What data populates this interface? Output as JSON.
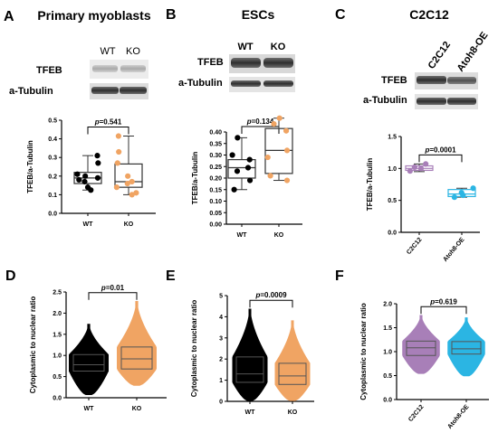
{
  "panels": {
    "A": {
      "letter": "A",
      "title": "Primary myoblasts",
      "lanes": [
        "WT",
        "KO"
      ],
      "bands": [
        "TFEB",
        "a-Tubulin"
      ]
    },
    "B": {
      "letter": "B",
      "title": "ESCs",
      "lanes": [
        "WT",
        "KO"
      ],
      "bands": [
        "TFEB",
        "a-Tubulin"
      ]
    },
    "C": {
      "letter": "C",
      "title": "C2C12",
      "lanes": [
        "C2C12",
        "Atoh8-OE"
      ],
      "bands": [
        "TFEB",
        "a-Tubulin"
      ]
    },
    "D": {
      "letter": "D"
    },
    "E": {
      "letter": "E"
    },
    "F": {
      "letter": "F"
    }
  },
  "colors": {
    "wt": "#000000",
    "ko": "#f0a463",
    "c2c12": "#a87fb8",
    "atoh8": "#2bb5e3"
  },
  "chart_data": [
    {
      "id": "A",
      "type": "box",
      "ylabel": "TFEB/a-Tubulin",
      "ylim": [
        0,
        0.5
      ],
      "yticks": [
        0.0,
        0.1,
        0.2,
        0.3,
        0.4,
        0.5
      ],
      "ytick_labels": [
        "0.0",
        "0.1",
        "0.2",
        "0.3",
        "0.4",
        "0.5"
      ],
      "pvalue": "p=0.541",
      "categories": [
        "WT",
        "KO"
      ],
      "series": [
        {
          "min": 0.125,
          "q1": 0.16,
          "median": 0.19,
          "q3": 0.22,
          "max": 0.31,
          "points": [
            0.31,
            0.27,
            0.21,
            0.2,
            0.19,
            0.18,
            0.17,
            0.14,
            0.125
          ]
        },
        {
          "min": 0.1,
          "q1": 0.14,
          "median": 0.17,
          "q3": 0.265,
          "max": 0.415,
          "points": [
            0.415,
            0.33,
            0.27,
            0.2,
            0.17,
            0.16,
            0.14,
            0.11,
            0.1
          ]
        }
      ]
    },
    {
      "id": "B",
      "type": "box",
      "ylabel": "TFEB/a-Tubulin",
      "ylim": [
        0,
        0.4
      ],
      "yticks": [
        0.0,
        0.05,
        0.1,
        0.15,
        0.2,
        0.25,
        0.3,
        0.35,
        0.4
      ],
      "ytick_labels": [
        "0.00",
        "0.05",
        "0.10",
        "0.15",
        "0.20",
        "0.25",
        "0.30",
        "0.35",
        "0.40"
      ],
      "pvalue": "p=0.134",
      "categories": [
        "WT",
        "KO"
      ],
      "series": [
        {
          "min": 0.15,
          "q1": 0.2,
          "median": 0.245,
          "q3": 0.28,
          "max": 0.375,
          "points": [
            0.375,
            0.3,
            0.28,
            0.245,
            0.23,
            0.19,
            0.15
          ]
        },
        {
          "min": 0.19,
          "q1": 0.22,
          "median": 0.32,
          "q3": 0.415,
          "max": 0.46,
          "points": [
            0.46,
            0.435,
            0.405,
            0.32,
            0.29,
            0.21,
            0.19
          ]
        }
      ]
    },
    {
      "id": "C",
      "type": "box",
      "ylabel": "TFEB/a-Tubulin",
      "ylim": [
        0,
        1.5
      ],
      "yticks": [
        0.0,
        0.5,
        1.0,
        1.5
      ],
      "ytick_labels": [
        "0.0",
        "0.5",
        "1.0",
        "1.5"
      ],
      "pvalue": "p=0.0001",
      "categories": [
        "C2C12",
        "Atoh8-OE"
      ],
      "series": [
        {
          "min": 0.95,
          "q1": 0.97,
          "median": 1.0,
          "q3": 1.04,
          "max": 1.07,
          "points": [
            1.07,
            1.02,
            1.0,
            0.96
          ]
        },
        {
          "min": 0.55,
          "q1": 0.56,
          "median": 0.6,
          "q3": 0.67,
          "max": 0.69,
          "points": [
            0.69,
            0.62,
            0.58,
            0.55
          ]
        }
      ]
    },
    {
      "id": "D",
      "type": "violin",
      "ylabel": "Cytoplasmic to nuclear ratio",
      "ylim": [
        0,
        2.5
      ],
      "yticks": [
        0.0,
        0.5,
        1.0,
        1.5,
        2.0,
        2.5
      ],
      "ytick_labels": [
        "0.0",
        "0.5",
        "1.0",
        "1.5",
        "2.0",
        "2.5"
      ],
      "pvalue": "p=0.01",
      "categories": [
        "WT",
        "KO"
      ],
      "series": [
        {
          "min": 0.08,
          "q1": 0.63,
          "median": 0.78,
          "q3": 1.02,
          "max": 1.73
        },
        {
          "min": 0.3,
          "q1": 0.68,
          "median": 0.92,
          "q3": 1.2,
          "max": 2.27
        }
      ]
    },
    {
      "id": "E",
      "type": "violin",
      "ylabel": "Cytoplasmic to nuclear ratio",
      "ylim": [
        0,
        5
      ],
      "yticks": [
        0,
        1,
        2,
        3,
        4,
        5
      ],
      "ytick_labels": [
        "0",
        "1",
        "2",
        "3",
        "4",
        "5"
      ],
      "pvalue": "p=0.0009",
      "categories": [
        "WT",
        "KO"
      ],
      "series": [
        {
          "min": 0.05,
          "q1": 0.9,
          "median": 1.3,
          "q3": 2.1,
          "max": 4.35
        },
        {
          "min": 0.05,
          "q1": 0.8,
          "median": 1.2,
          "q3": 1.8,
          "max": 3.8
        }
      ]
    },
    {
      "id": "F",
      "type": "violin",
      "ylabel": "Cytoplasmic to nuclear ratio",
      "ylim": [
        0,
        2.0
      ],
      "yticks": [
        0.0,
        0.5,
        1.0,
        1.5,
        2.0
      ],
      "ytick_labels": [
        "0.0",
        "0.5",
        "1.0",
        "1.5",
        "2.0"
      ],
      "pvalue": "p=0.619",
      "categories": [
        "C2C12",
        "Atoh8-OE"
      ],
      "series": [
        {
          "min": 0.55,
          "q1": 0.92,
          "median": 1.08,
          "q3": 1.22,
          "max": 1.75
        },
        {
          "min": 0.5,
          "q1": 0.95,
          "median": 1.06,
          "q3": 1.21,
          "max": 1.7
        }
      ]
    }
  ]
}
